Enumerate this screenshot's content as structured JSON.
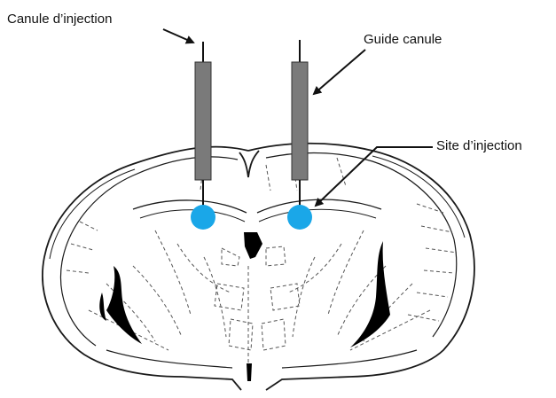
{
  "labels": {
    "injection_cannula": "Canule d’injection",
    "guide_cannula": "Guide canule",
    "injection_site": "Site d’injection"
  },
  "colors": {
    "background": "#ffffff",
    "outline": "#1a1a1a",
    "dashed_region": "#555555",
    "cannula_body": "#7a7a7a",
    "injection_site": "#1aa7e8",
    "ventricle_fill": "#000000"
  }
}
